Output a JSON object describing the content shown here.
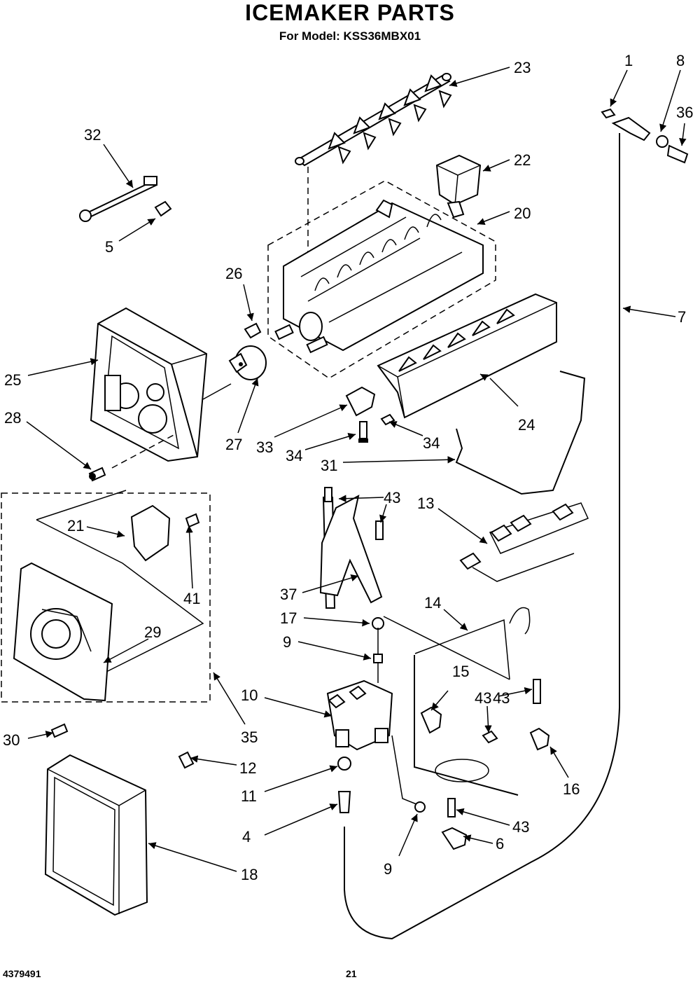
{
  "header": {
    "title": "ICEMAKER PARTS",
    "subtitle": "For Model: KSS36MBX01"
  },
  "footer": {
    "doc_number": "4379491",
    "page_number": "21"
  },
  "callouts": {
    "c1": "1",
    "c4": "4",
    "c5": "5",
    "c6": "6",
    "c7": "7",
    "c8": "8",
    "c9a": "9",
    "c9b": "9",
    "c10": "10",
    "c11": "11",
    "c12": "12",
    "c13": "13",
    "c14": "14",
    "c15": "15",
    "c16": "16",
    "c17": "17",
    "c18": "18",
    "c20": "20",
    "c21": "21",
    "c22": "22",
    "c23": "23",
    "c24": "24",
    "c25": "25",
    "c26": "26",
    "c27": "27",
    "c28": "28",
    "c29": "29",
    "c30": "30",
    "c31": "31",
    "c32": "32",
    "c33": "33",
    "c34a": "34",
    "c34b": "34",
    "c35": "35",
    "c36": "36",
    "c37": "37",
    "c41": "41",
    "c43a": "43",
    "c43b": "43",
    "c43c": "43",
    "c43d": "43"
  }
}
